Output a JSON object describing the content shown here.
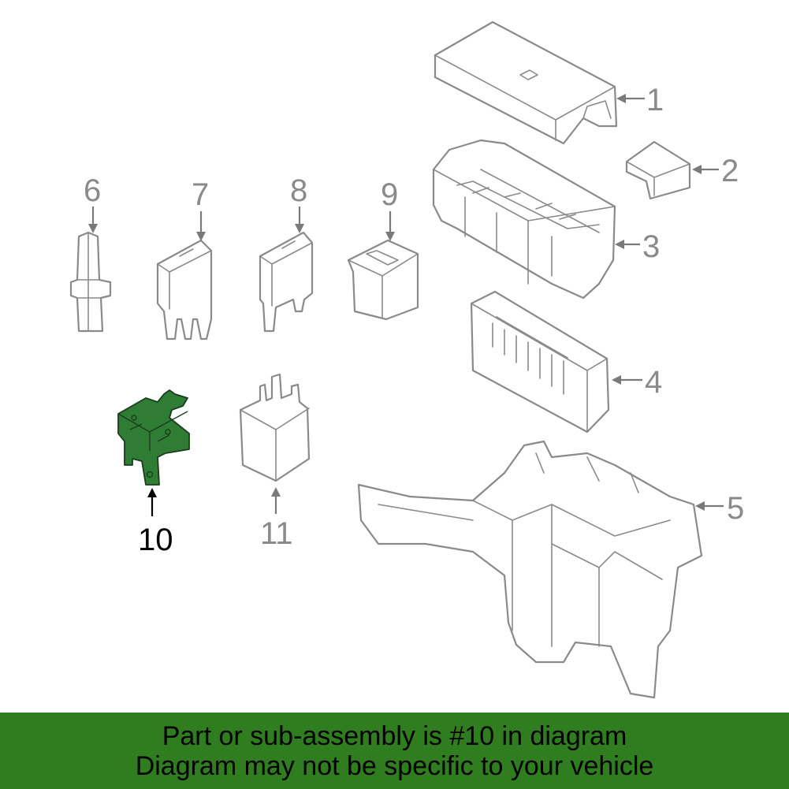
{
  "diagram": {
    "callouts": [
      "1",
      "2",
      "3",
      "4",
      "5",
      "6",
      "7",
      "8",
      "9",
      "10",
      "11"
    ],
    "highlighted_part": "10",
    "colors": {
      "highlight_fill": "#2f7d35",
      "line": "#8a8a8a",
      "banner": "#2f7d1f"
    }
  },
  "banner": {
    "line1": "Part or sub-assembly is #10 in diagram",
    "line2": "Diagram may not be specific to your vehicle"
  }
}
